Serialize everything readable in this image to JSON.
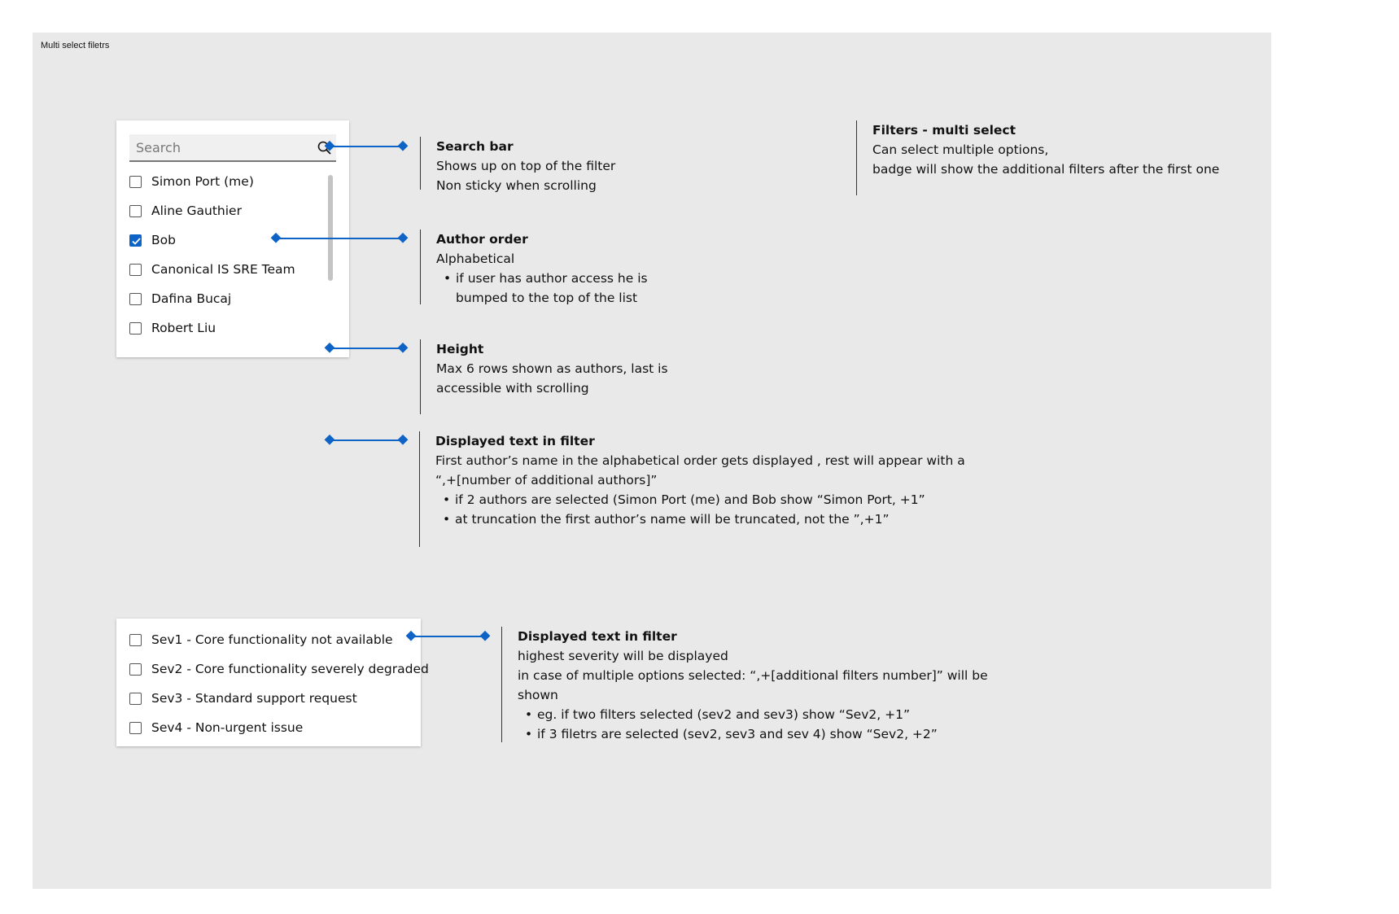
{
  "frame": {
    "title": "Multi select filetrs"
  },
  "author_filter": {
    "search_placeholder": "Search",
    "options": [
      {
        "label": "Simon Port (me)",
        "checked": false
      },
      {
        "label": "Aline Gauthier",
        "checked": false
      },
      {
        "label": "Bob",
        "checked": true
      },
      {
        "label": "Canonical IS SRE Team",
        "checked": false
      },
      {
        "label": "Dafina Bucaj",
        "checked": false
      },
      {
        "label": "Robert Liu",
        "checked": false
      }
    ]
  },
  "severity_filter": {
    "options": [
      {
        "label": "Sev1 - Core functionality not available",
        "checked": false
      },
      {
        "label": "Sev2 - Core functionality severely degraded",
        "checked": false
      },
      {
        "label": "Sev3 - Standard support request",
        "checked": false
      },
      {
        "label": "Sev4 - Non-urgent issue",
        "checked": false
      }
    ]
  },
  "notes": {
    "search_bar": {
      "title": "Search bar",
      "lines": [
        "Shows up on top of the filter",
        "Non sticky when scrolling"
      ]
    },
    "filters_multi": {
      "title": "Filters - multi select",
      "lines": [
        "Can select multiple options,",
        "badge will show the additional filters after the first one"
      ]
    },
    "author_order": {
      "title": "Author order",
      "lines": [
        "Alphabetical"
      ],
      "bullets": [
        "if user has author access he is bumped to the top of the list"
      ]
    },
    "height": {
      "title": "Height",
      "lines": [
        "Max 6 rows shown as authors, last is",
        "accessible with scrolling"
      ]
    },
    "displayed_text_author": {
      "title": "Displayed text in filter",
      "lines": [
        "First author’s name in the alphabetical order gets displayed , rest will appear with a",
        "“,+[number of additional authors]”"
      ],
      "bullets": [
        "if 2 authors are selected (Simon Port (me) and Bob show “Simon Port, +1”",
        "at truncation the first author’s name will be truncated, not the ”,+1”"
      ]
    },
    "displayed_text_severity": {
      "title": "Displayed text in filter",
      "lines": [
        "highest severity will be displayed",
        "in case of multiple options selected: “,+[additional filters number]” will be",
        "shown"
      ],
      "bullets": [
        "eg. if two filters selected (sev2 and sev3) show “Sev2, +1”",
        "if 3 filetrs are selected (sev2, sev3 and sev 4)  show “Sev2, +2”"
      ]
    }
  },
  "colors": {
    "accent": "#0e63c6",
    "frame_bg": "#e9e9e9",
    "divider": "#333333"
  }
}
